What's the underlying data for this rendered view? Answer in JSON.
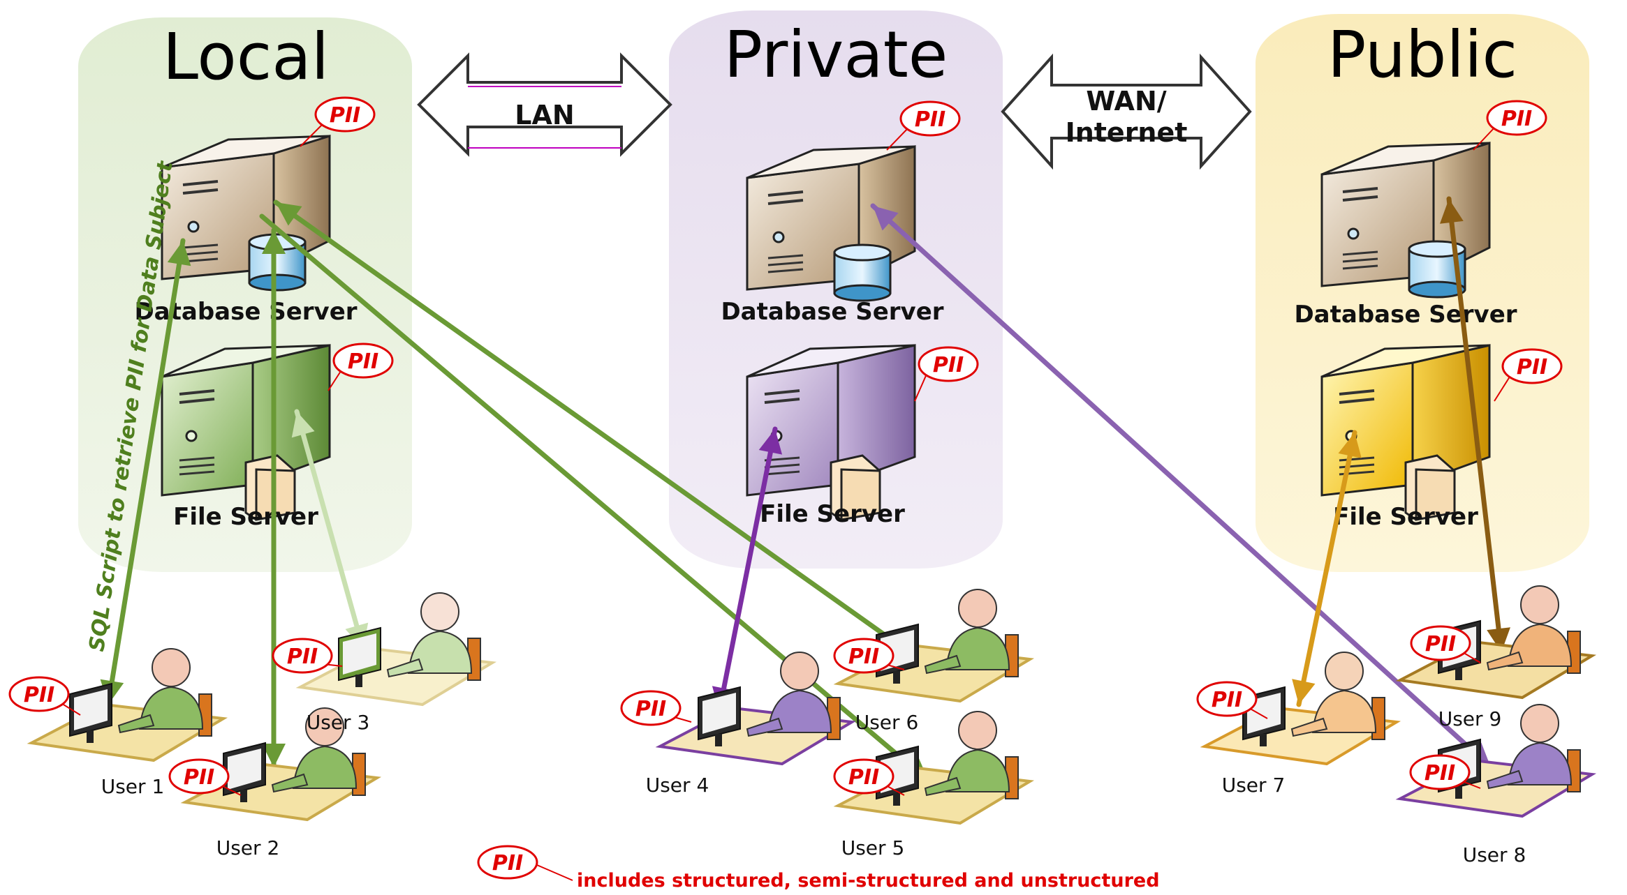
{
  "zones": {
    "local": {
      "title": "Local",
      "fill": "#e7f0dc"
    },
    "private": {
      "title": "Private",
      "fill": "#ebe4f1"
    },
    "public": {
      "title": "Public",
      "fill": "#fbf1c7"
    }
  },
  "links": {
    "lan": "LAN",
    "wan_line1": "WAN/",
    "wan_line2": "Internet"
  },
  "servers": {
    "database_label": "Database Server",
    "file_label": "File Server"
  },
  "pii_badge": "PII",
  "users": [
    "User 1",
    "User 2",
    "User 3",
    "User 4",
    "User 5",
    "User 6",
    "User 7",
    "User 8",
    "User 9"
  ],
  "sql_note": "SQL Script to retrieve PII for Data Subject",
  "footnote": "includes structured, semi-structured and unstructured",
  "colors": {
    "local_arrow": "#6a9a35",
    "local_light_arrow": "#c9e0b0",
    "private_arrow": "#7c2ea3",
    "purple_arrow": "#8a62b0",
    "public_arrow": "#d79a1a",
    "public_dark_arrow": "#8a5c12",
    "pii_red": "#e00000"
  },
  "icons": [
    "database-server-icon",
    "file-server-icon",
    "user-workstation-icon",
    "pii-badge-icon",
    "double-arrow-icon"
  ]
}
